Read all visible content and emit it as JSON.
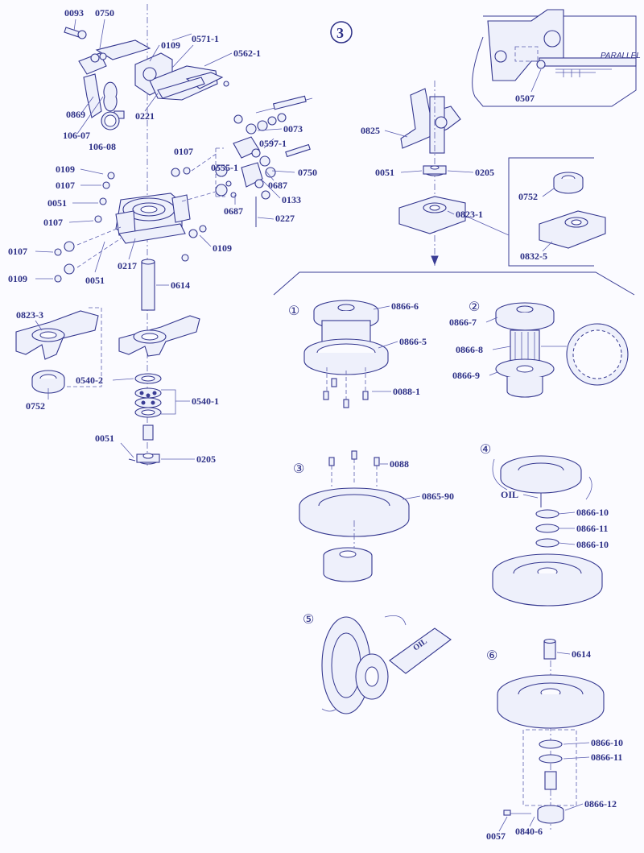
{
  "section_number": "3",
  "callout_text": {
    "parallel": "PARALLEL",
    "oil_label": "OIL",
    "oil_can": "OIL"
  },
  "step_numbers": [
    "①",
    "②",
    "③",
    "④",
    "⑤",
    "⑥"
  ],
  "part_labels": {
    "p0093": "0093",
    "p0750a": "0750",
    "p0109a": "0109",
    "p0571_1": "0571-1",
    "p0562_1": "0562-1",
    "p0869": "0869",
    "p106_07": "106-07",
    "p106_08": "106-08",
    "p0221": "0221",
    "p0073": "0073",
    "p0597_1": "0597-1",
    "p0107a": "0107",
    "p0555_1": "0555-1",
    "p0750b": "0750",
    "p0687a": "0687",
    "p0133": "0133",
    "p0687b": "0687",
    "p0227": "0227",
    "p0109b": "0109",
    "p0107b": "0107",
    "p0051a": "0051",
    "p0107c": "0107",
    "p0107d": "0107",
    "p0109c": "0109",
    "p0109d": "0109",
    "p0051b": "0051",
    "p0217": "0217",
    "p0614a": "0614",
    "p0823_3": "0823-3",
    "p0540_2": "0540-2",
    "p0752a": "0752",
    "p0540_1": "0540-1",
    "p0051c": "0051",
    "p0205a": "0205",
    "p0507": "0507",
    "p0825": "0825",
    "p0051d": "0051",
    "p0205b": "0205",
    "p0823_1": "0823-1",
    "p0752b": "0752",
    "p0832_5": "0832-5",
    "p0866_6": "0866-6",
    "p0866_5": "0866-5",
    "p0088_1": "0088-1",
    "p0866_7": "0866-7",
    "p0866_8": "0866-8",
    "p0866_9": "0866-9",
    "p0088": "0088",
    "p0865_90": "0865-90",
    "p0866_10a": "0866-10",
    "p0866_11a": "0866-11",
    "p0866_10b": "0866-10",
    "p0614b": "0614",
    "p0866_10c": "0866-10",
    "p0866_11b": "0866-11",
    "p0866_12": "0866-12",
    "p0057": "0057",
    "p0840_6": "0840-6"
  },
  "colors": {
    "ink": "#2c2f86",
    "paper": "#fbfbff"
  }
}
